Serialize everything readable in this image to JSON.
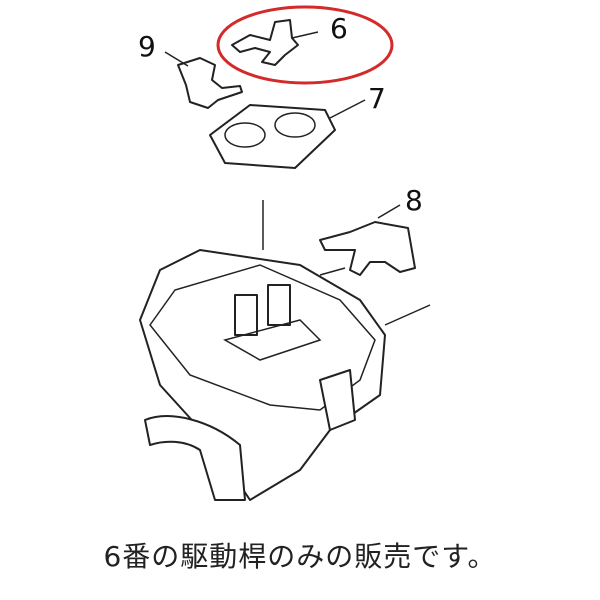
{
  "diagram": {
    "part_labels": [
      "9",
      "6",
      "7",
      "8"
    ],
    "highlight_color": "#d42a2a",
    "highlighted_part": "6"
  },
  "caption": "6番の駆動桿のみの販売です。"
}
